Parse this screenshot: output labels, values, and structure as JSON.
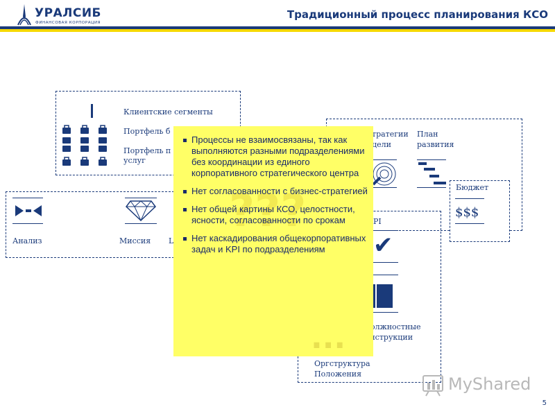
{
  "header": {
    "logo": {
      "brand": "УРАЛСИБ",
      "subtitle": "ФИНАНСОВАЯ КОРПОРАЦИЯ"
    },
    "title": "Традиционный процесс планирования КСО"
  },
  "box_clients": {
    "labels": [
      "Клиентские сегменты",
      "Портфель б",
      "Портфель п",
      "услуг"
    ]
  },
  "box_strategy": {
    "strategy_label": [
      "тратегии",
      "цели"
    ],
    "plan_label": [
      "План",
      "развития"
    ]
  },
  "box_budget": {
    "label": "Бюджет",
    "value": "$$$"
  },
  "box_analysis": {
    "analysis_label": "Анализ",
    "mission_label": "Миссия",
    "cut_label": "L"
  },
  "box_kpi": {
    "kpi_label": "PI",
    "job_label": [
      "олжностные",
      "инструкции"
    ],
    "org_label": [
      "Оргструктура",
      "Положения"
    ]
  },
  "sticky": {
    "question": "???",
    "dots": "...",
    "points": [
      "Процессы не взаимосвязаны, так как выполняются разными подразделениями без координации из единого корпоративного стратегического центра",
      "Нет согласованности с бизнес-стратегией",
      "Нет общей картины КСО, целостности, ясности, согласованности по срокам",
      "Нет каскадирования общекорпоративных задач и KPI по подразделениям"
    ]
  },
  "watermark": "MyShared",
  "page_number": "5",
  "colors": {
    "navy": "#1a3a7a",
    "yellow_rule": "#f5d800",
    "sticky": "#ffff66"
  }
}
